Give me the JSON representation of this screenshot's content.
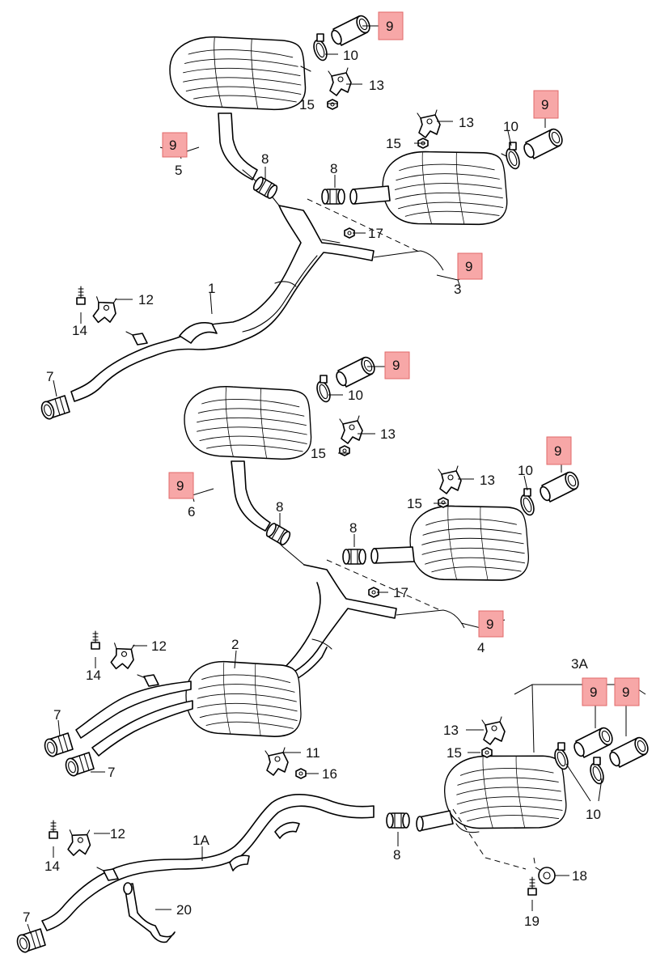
{
  "parts": {
    "p1": "1",
    "p1A": "1A",
    "p2": "2",
    "p3": "3",
    "p3A": "3A",
    "p4": "4",
    "p5": "5",
    "p6": "6",
    "p7": "7",
    "p8": "8",
    "p9": "9",
    "p10": "10",
    "p11": "11",
    "p12": "12",
    "p13": "13",
    "p14": "14",
    "p15": "15",
    "p16": "16",
    "p17": "17",
    "p18": "18",
    "p19": "19",
    "p20": "20"
  },
  "colors": {
    "highlight_fill": "#f7a7a7",
    "highlight_border": "#e06a6a",
    "line": "#000000"
  }
}
